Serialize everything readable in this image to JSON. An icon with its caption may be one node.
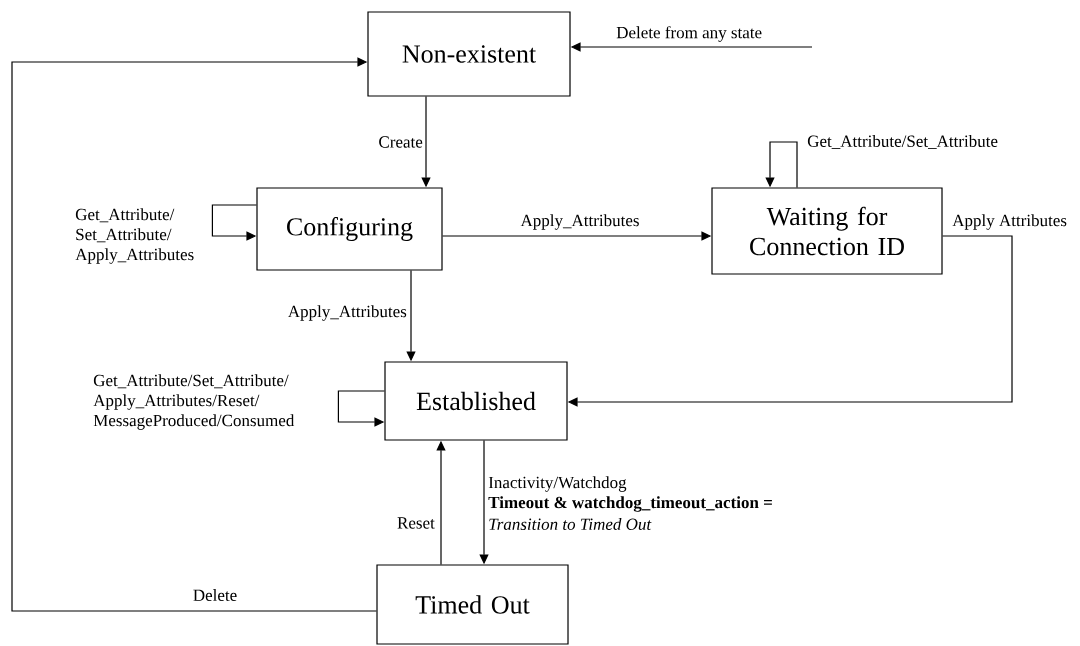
{
  "diagram": {
    "nodes": [
      {
        "text": [
          "Non-existent"
        ]
      },
      {
        "text": [
          "Configuring"
        ]
      },
      {
        "text": [
          "Waiting for Connection ID"
        ]
      },
      {
        "text": [
          "Established"
        ]
      },
      {
        "text": [
          "Timed Out"
        ]
      }
    ],
    "edges": [
      {
        "from": null,
        "to": 0,
        "arrow": "to",
        "label": "Delete from any state"
      },
      {
        "from": 0,
        "to": 1,
        "arrow": "to",
        "label": "Create"
      },
      {
        "from": 1,
        "to": 1,
        "arrow": "to",
        "label": "Get_Attribute/ Set_Attribute/ Apply_Attributes"
      },
      {
        "from": 1,
        "to": 2,
        "arrow": "to",
        "label": "Apply_Attributes"
      },
      {
        "from": 2,
        "to": 2,
        "arrow": "to",
        "label": "Get_Attribute/Set_Attribute"
      },
      {
        "from": 1,
        "to": 3,
        "arrow": "to",
        "label": "Apply_Attributes"
      },
      {
        "from": 2,
        "to": 3,
        "arrow": "to",
        "label": "Apply Attributes"
      },
      {
        "from": 3,
        "to": 3,
        "arrow": "to",
        "label": "Get_Attribute/Set_Attribute/ Apply_Attributes/Reset/ MessageProduced/Consumed"
      },
      {
        "from": 3,
        "to": 4,
        "arrow": "to",
        "label": "Inactivity/Watchdog"
      },
      {
        "from": 4,
        "to": 3,
        "arrow": "to",
        "label": "Reset"
      },
      {
        "from": 4,
        "to": 0,
        "arrow": "to",
        "label": "Delete"
      }
    ],
    "labels": [
      "Timeout & watchdog_timeout_action =",
      "Transition to Timed Out"
    ]
  }
}
